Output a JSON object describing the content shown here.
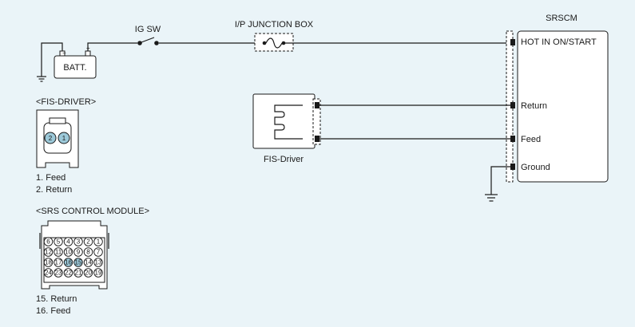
{
  "labels": {
    "ig_sw": "IG SW",
    "jbox": "I/P JUNCTION BOX",
    "batt": "BATT.",
    "srscm": "SRSCM",
    "hot": "HOT IN ON/START",
    "ret": "Return",
    "feed": "Feed",
    "gnd": "Ground",
    "fis_title": "<FIS-DRIVER>",
    "fis_name": "FIS-Driver",
    "fis_pin1": "1. Feed",
    "fis_pin2": "2. Return",
    "srs_title": "<SRS CONTROL MODULE>",
    "srs_pin15": "15. Return",
    "srs_pin16": "16. Feed"
  },
  "fis_connector_pins": [
    "2",
    "1"
  ],
  "srs_connector_rows": [
    [
      "6",
      "5",
      "4",
      "3",
      "2",
      "1"
    ],
    [
      "12",
      "11",
      "10",
      "9",
      "8",
      "7"
    ],
    [
      "18",
      "17",
      "16",
      "15",
      "14",
      "13"
    ],
    [
      "24",
      "23",
      "22",
      "21",
      "20",
      "19"
    ]
  ],
  "srs_highlight_pins": [
    "15",
    "16"
  ],
  "colors": {
    "background": "#eaf4f8",
    "box_fill": "#ffffff",
    "pin_highlight": "#9cc9d9",
    "line": "#1a1a1a"
  }
}
